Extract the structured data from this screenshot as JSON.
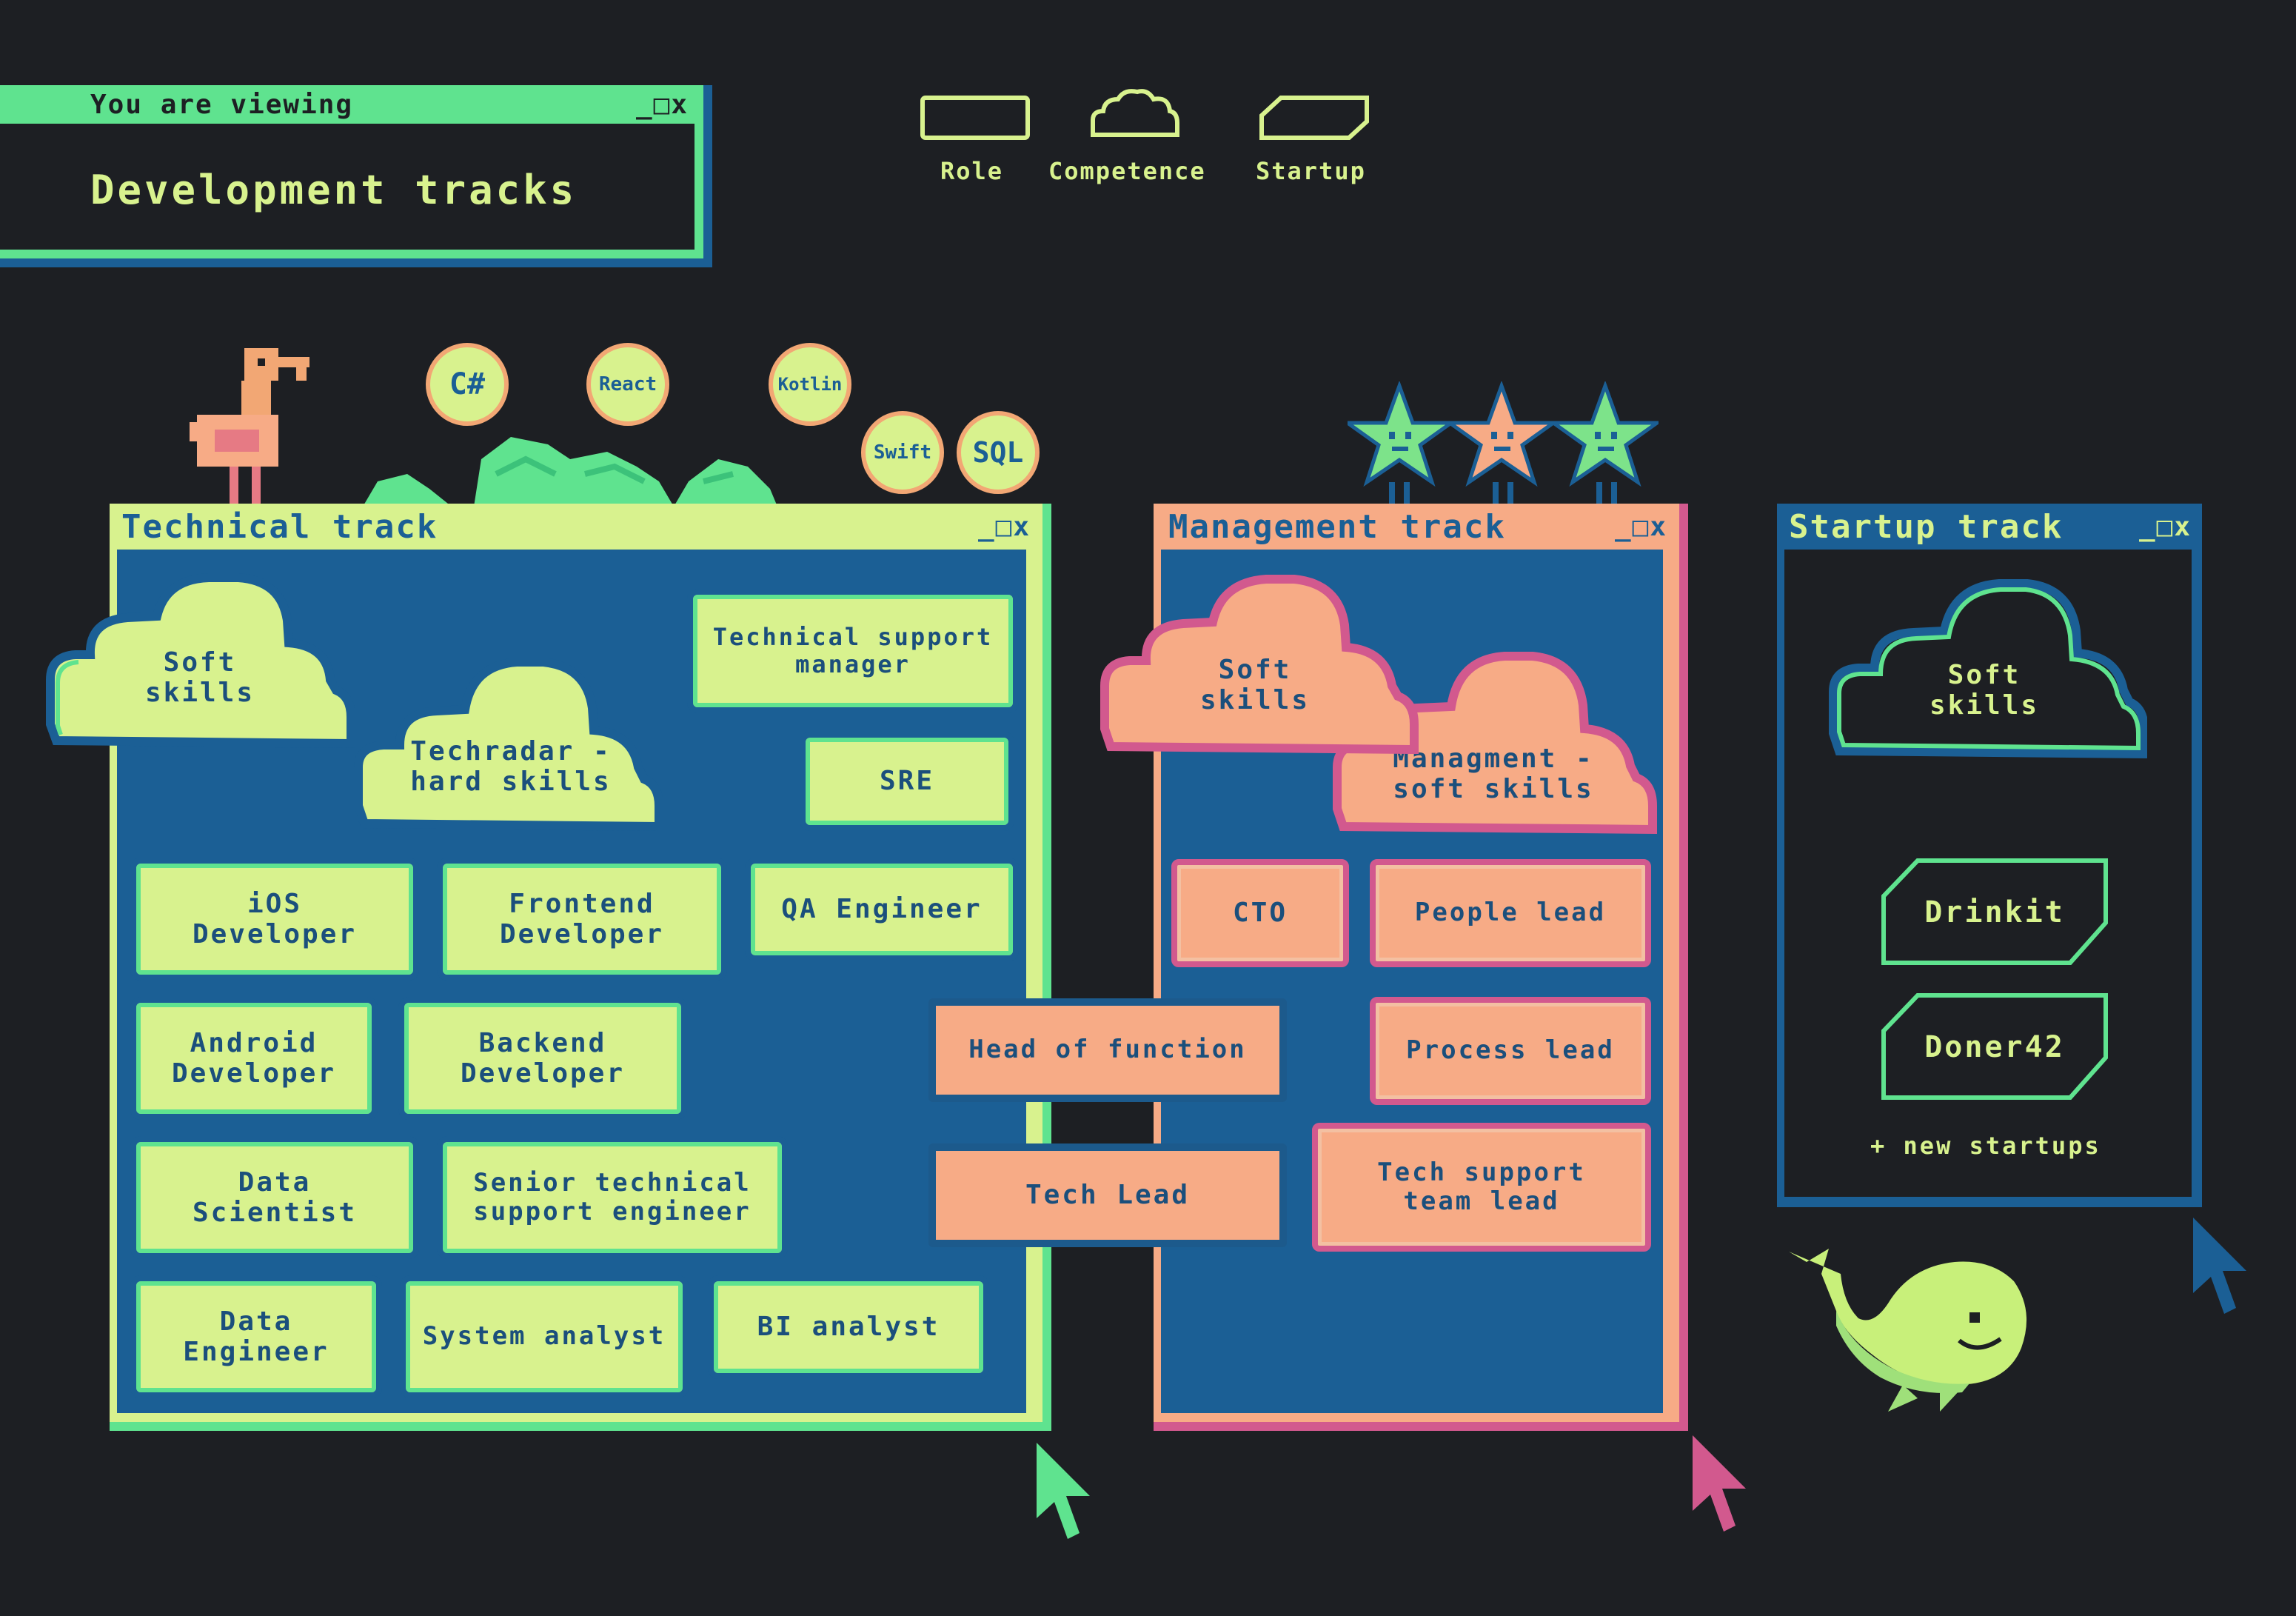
{
  "viewing": {
    "label": "You are viewing",
    "controls": "_□x",
    "title": "Development tracks"
  },
  "legend": {
    "role": "Role",
    "competence": "Competence",
    "startup": "Startup"
  },
  "tech_badges": [
    "C#",
    "React",
    "Kotlin",
    "Swift",
    "SQL"
  ],
  "technical": {
    "title": "Technical track",
    "controls": "_□x",
    "clouds": [
      "Soft\nskills",
      "Techradar -\nhard skills"
    ],
    "roles": {
      "tsm": "Technical support\nmanager",
      "sre": "SRE",
      "ios": "iOS\nDeveloper",
      "frontend": "Frontend\nDeveloper",
      "qa": "QA Engineer",
      "android": "Android\nDeveloper",
      "backend": "Backend\nDeveloper",
      "ds": "Data\nScientist",
      "senior_tse": "Senior technical\nsupport engineer",
      "de": "Data\nEngineer",
      "sa": "System analyst",
      "bi": "BI analyst"
    }
  },
  "management": {
    "title": "Management track",
    "controls": "_□x",
    "clouds": [
      "Soft\nskills",
      "Managment -\nsoft skills"
    ],
    "roles": {
      "cto": "CTO",
      "people": "People lead",
      "head": "Head of function",
      "process": "Process lead",
      "techlead": "Tech Lead",
      "tstl": "Tech support\nteam lead"
    }
  },
  "startup": {
    "title": "Startup track",
    "controls": "_□x",
    "cloud": "Soft\nskills",
    "items": [
      "Drinkit",
      "Doner42"
    ],
    "more": "+ new startups"
  },
  "colors": {
    "background": "#1d1f23",
    "green": "#5fe38f",
    "lime": "#d8f28e",
    "blue": "#1b5f95",
    "peach": "#f7ab86",
    "pink": "#d2598e"
  }
}
